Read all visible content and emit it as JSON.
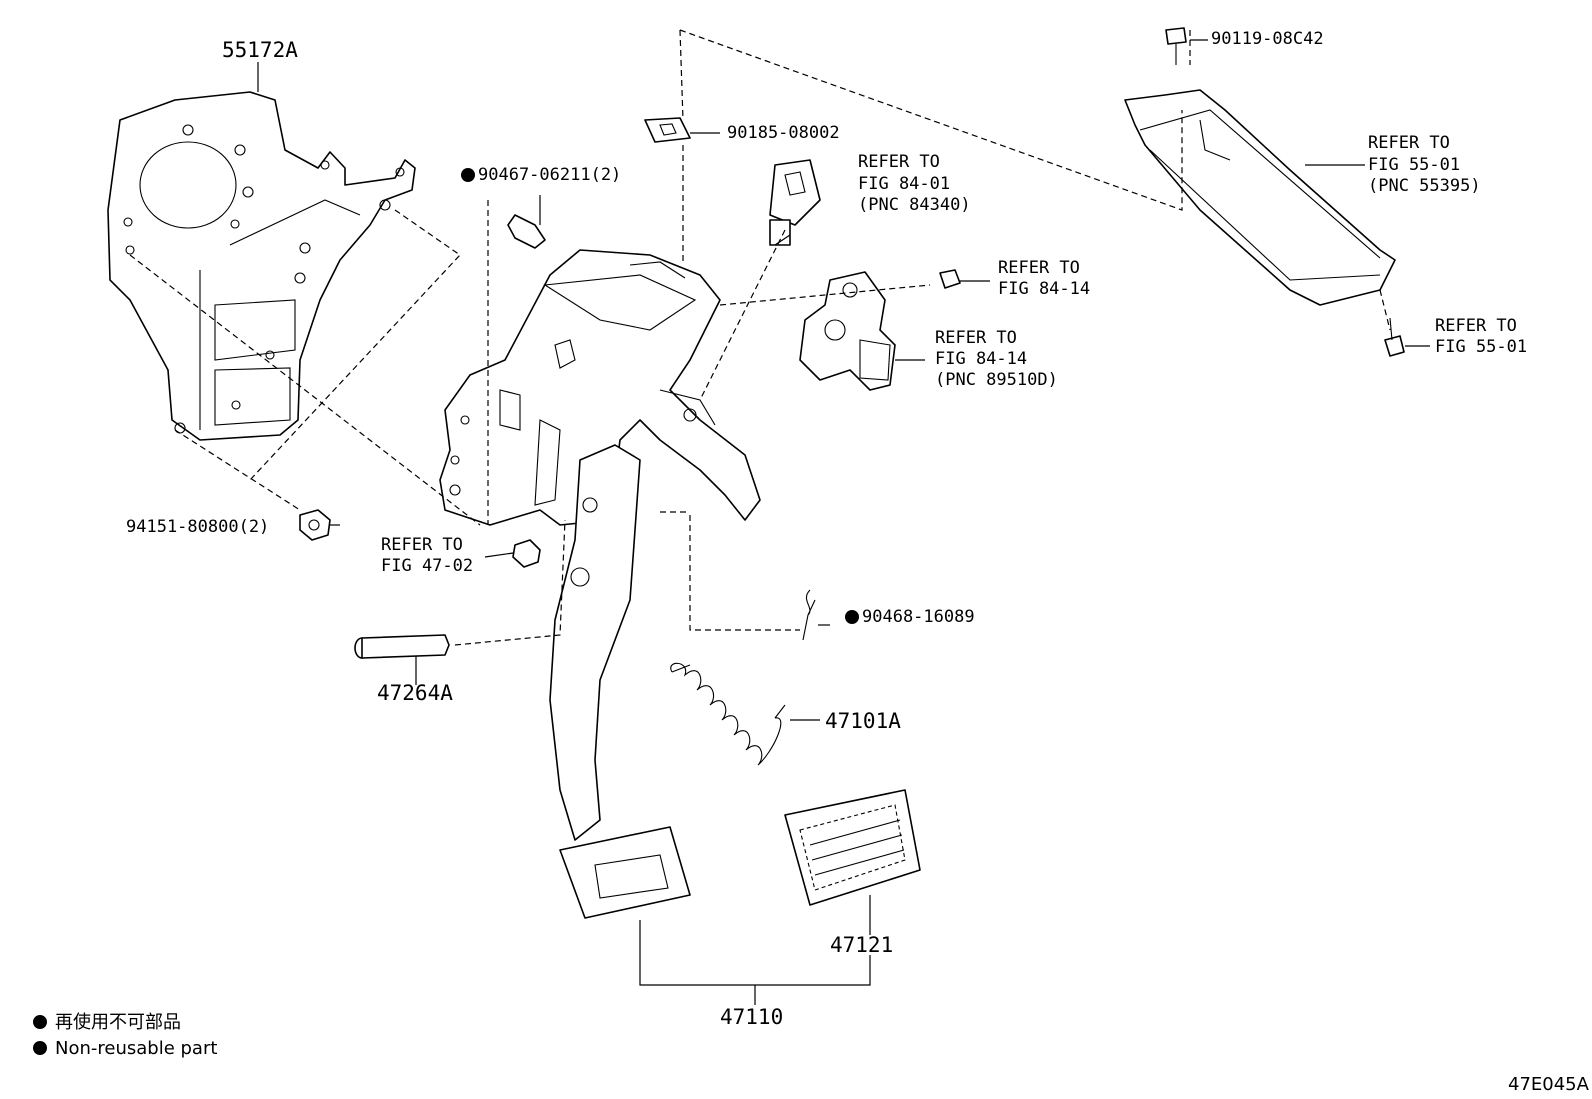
{
  "diagram_id": "47E045A",
  "legend": {
    "jp": "再使用不可部品",
    "en": "Non-reusable part"
  },
  "parts": {
    "p55172A": "55172A",
    "p90467": "90467-06211(2)",
    "p90185": "90185-08002",
    "p90119": "90119-08C42",
    "p94151": "94151-80800(2)",
    "p47264A": "47264A",
    "p90468": "90468-16089",
    "p47101A": "47101A",
    "p47121": "47121",
    "p47110": "47110"
  },
  "refs": {
    "fig8401": [
      "REFER TO",
      "FIG 84-01",
      "(PNC 84340)"
    ],
    "fig5501a": [
      "REFER TO",
      "FIG 55-01",
      "(PNC 55395)"
    ],
    "fig8414a": [
      "REFER TO",
      "FIG 84-14"
    ],
    "fig8414b": [
      "REFER TO",
      "FIG 84-14",
      "(PNC 89510D)"
    ],
    "fig5501b": [
      "REFER TO",
      "FIG 55-01"
    ],
    "fig4702": [
      "REFER TO",
      "FIG 47-02"
    ]
  },
  "non_reusable_parts": [
    "90467-06211(2)",
    "90468-16089"
  ]
}
